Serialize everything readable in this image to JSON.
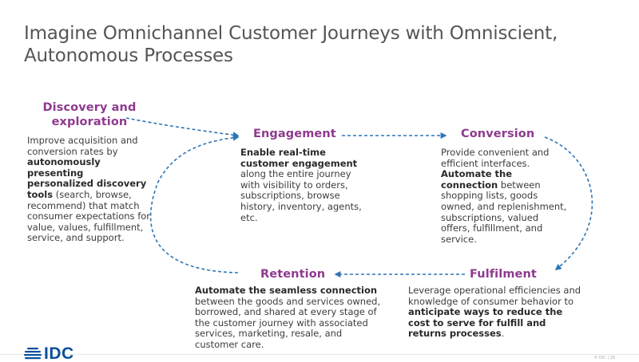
{
  "title": {
    "line1": "Imagine Omnichannel Customer Journeys with Omniscient,",
    "line2": "Autonomous Processes"
  },
  "stages": {
    "discovery": {
      "title_line1": "Discovery and",
      "title_line2": "exploration",
      "t1": "Improve acquisition and conversion rates by ",
      "b1": "autonomously presenting personalized discovery tools",
      "t2": " (search, browse, recommend) that match consumer expectations for value, values, fulfillment, service, and support."
    },
    "engagement": {
      "title": "Engagement",
      "b1": "Enable real-time customer engagement",
      "t1": " along the entire journey with visibility to orders, subscriptions, browse history, inventory, agents, etc."
    },
    "conversion": {
      "title": "Conversion",
      "t1": "Provide convenient and efficient interfaces. ",
      "b1": "Automate the connection",
      "t2": " between shopping lists, goods owned, and replenishment, subscriptions, valued offers, fulfillment, and service."
    },
    "fulfilment": {
      "title": "Fulfilment",
      "t1": "Leverage operational efficiencies and knowledge of consumer behavior to ",
      "b1": "anticipate ways to reduce the cost to serve for fulfill and returns processes",
      "t2": "."
    },
    "retention": {
      "title": "Retention",
      "b1": "Automate the seamless connection",
      "t1": " between the goods and services owned, borrowed, and shared at every stage of the customer journey with associated services, marketing, resale, and customer care."
    }
  },
  "footer": {
    "logo": "IDC",
    "note": "© IDC  |  18"
  },
  "colors": {
    "stage_title": "#8e3a8e",
    "arrow": "#2e75b6",
    "logo": "#0b4f9c"
  },
  "icons": [
    "idc-logo-icon",
    "arrow-icon"
  ]
}
